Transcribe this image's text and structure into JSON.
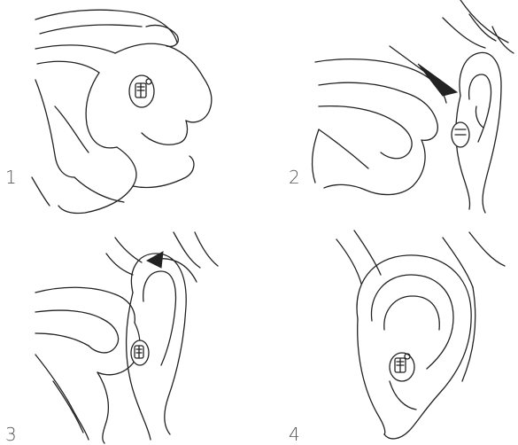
{
  "steps": [
    {
      "number": "1",
      "action": "pinch-earbud"
    },
    {
      "number": "2",
      "action": "insert-into-ear"
    },
    {
      "number": "3",
      "action": "rotate-backward"
    },
    {
      "number": "4",
      "action": "seated-in-ear"
    }
  ],
  "colors": {
    "line": "#222222",
    "arrow": "#222222",
    "label": "#555555",
    "background": "#ffffff"
  }
}
